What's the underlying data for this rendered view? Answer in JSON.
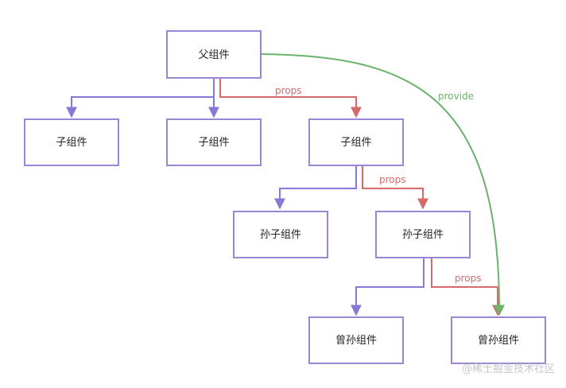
{
  "nodes": {
    "parent": "父组件",
    "child_1": "子组件",
    "child_2": "子组件",
    "child_3": "子组件",
    "grandchild_1": "孙子组件",
    "grandchild_2": "孙子组件",
    "great_grandchild_1": "曾孙组件",
    "great_grandchild_2": "曾孙组件"
  },
  "edge_labels": {
    "props_1": "props",
    "props_2": "props",
    "props_3": "props",
    "provide": "provide"
  },
  "colors": {
    "box_border": "#9b86d4",
    "tree_edge": "#8a78d6",
    "props_edge": "#d56a6a",
    "provide_edge": "#6bb26b"
  },
  "watermark": "@稀土掘金技术社区"
}
